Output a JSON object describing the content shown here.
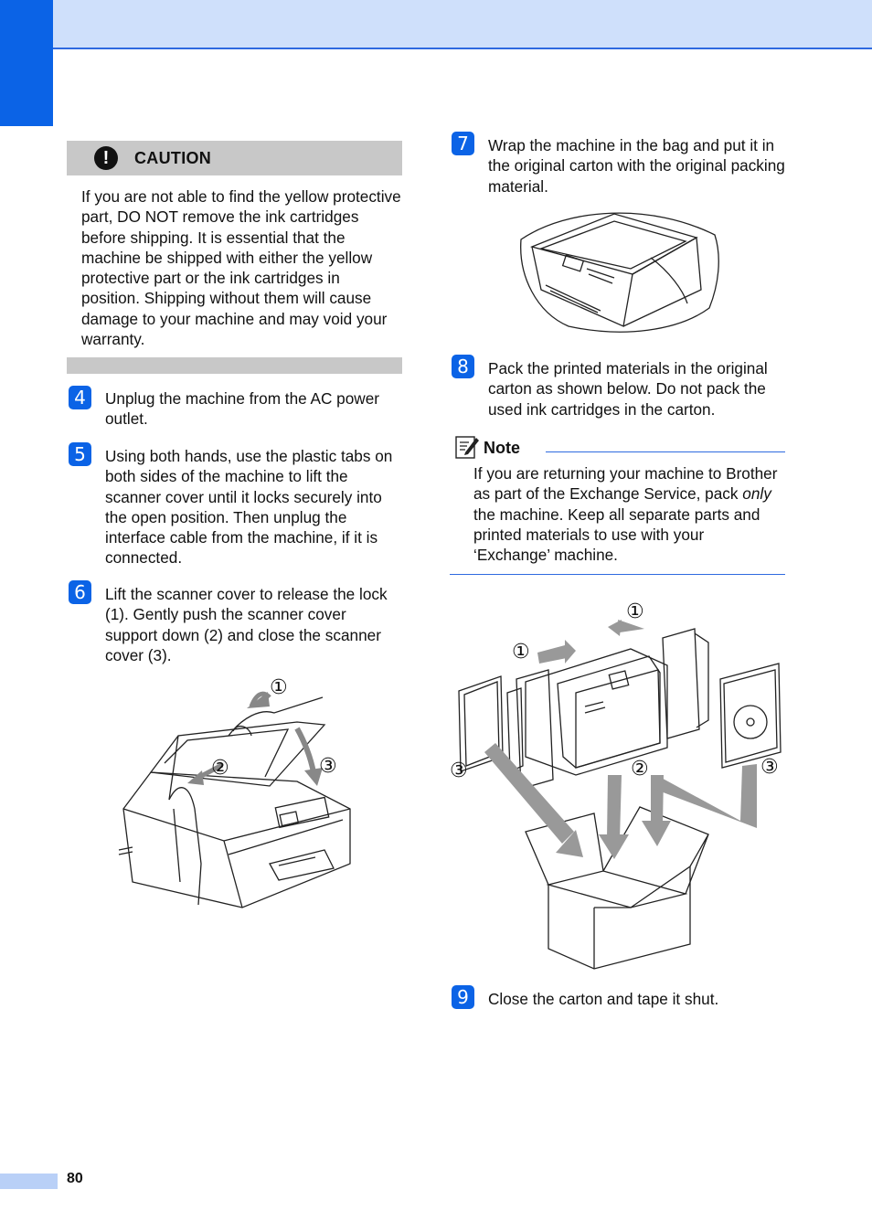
{
  "caution": {
    "icon": "exclamation-icon",
    "icon_glyph": "!",
    "title": "CAUTION",
    "text": "If you are not able to find the yellow protective part, DO NOT remove the ink cartridges before shipping. It is essential that the machine be shipped with either the yellow protective part or the ink cartridges in position. Shipping without them will cause damage to your machine and may void your warranty."
  },
  "steps": [
    {
      "num": "4",
      "text": "Unplug the machine from the AC power outlet."
    },
    {
      "num": "5",
      "text": "Using both hands, use the plastic tabs on both sides of the machine to lift the scanner cover until it locks securely into the open position. Then unplug the interface cable from the machine, if it is connected."
    },
    {
      "num": "6",
      "text": "Lift the scanner cover to release the lock (1). Gently push the scanner cover support down (2) and close the scanner cover (3)."
    },
    {
      "num": "7",
      "text": "Wrap the machine in the bag and put it in the original carton with the original packing material."
    },
    {
      "num": "8",
      "text": "Pack the printed materials in the original carton as shown below. Do not pack the used ink cartridges in the carton."
    },
    {
      "num": "9",
      "text": "Close the carton and tape it shut."
    }
  ],
  "note": {
    "icon": "note-pencil-icon",
    "title": "Note",
    "text_before": "If you are returning your machine to Brother as part of the Exchange Service, pack ",
    "text_emphasis": "only",
    "text_after": " the machine. Keep all separate parts and printed materials to use with your ‘Exchange’ machine."
  },
  "figure_scanner": {
    "callouts": [
      "①",
      "②",
      "③"
    ]
  },
  "figure_packing": {
    "callouts": [
      "①",
      "①",
      "③",
      "②",
      "③"
    ]
  },
  "footer": {
    "page_number": "80"
  },
  "colors": {
    "accent_blue": "#0b63e6",
    "header_band": "#cfe0fb",
    "caution_gray": "#c8c8c8"
  }
}
